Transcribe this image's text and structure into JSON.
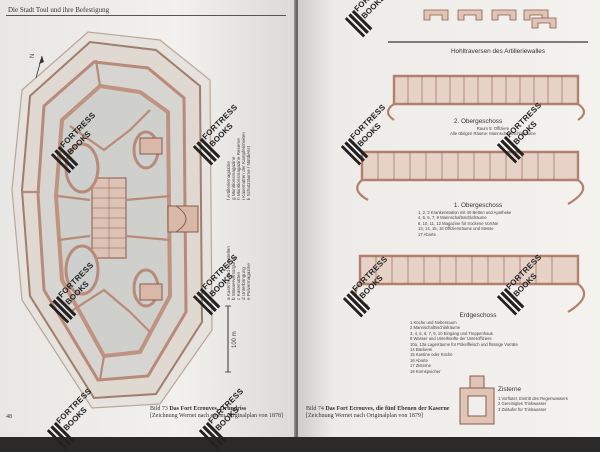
{
  "left_page": {
    "running_head": "Die Stadt Toul und ihre Befestigung",
    "page_number": "48",
    "north_label": "N",
    "scale_label": "100 m",
    "legend_a": [
      "f  Artilleriemagazine",
      "g  Munitionsmagazine",
      "h  Munitionsmagazine Reserve",
      "i  Kasematten der Kampfeinheiten",
      "k  Schutzräume / Notdienst"
    ],
    "legend_b": [
      "a  Kaserne und Anrestellen",
      "b  Wasserversorgung",
      "c  Kasematten",
      "d  Unterbringung",
      "e  Pulvermagazine"
    ],
    "caption_label": "Bild 73",
    "caption_title": "Das Fort Ecrouves, Grundriss",
    "caption_text": "[Zeichnung Wernet nach einem Originalplan von 1878]"
  },
  "right_page": {
    "heading_traverses": "Hohltraversen des Artilleriewalles",
    "floor2_title": "2. Obergeschoss",
    "floor2_notes": [
      "Raum 5: Offiziere",
      "Alle übrigen Räume: Mannschaftsschlafräume"
    ],
    "floor1_title": "1. Obergeschoss",
    "floor1_notes": [
      "1, 2, 3         Krankenstation mit 40 Betten und Apotheke",
      "4, 5, 6, 7, 9   Mannschaftsschlafräume",
      "8, 10, 11, 12   Magazine für trockene Vorräte",
      "13, 14, 15, 16  Offiziersräume und Messe",
      "17              Aborte"
    ],
    "ground_title": "Erdgeschoss",
    "ground_notes": [
      "1               Küche und Nebenraum",
      "2               Mannschaftsschlafräume",
      "3, 4, 5, 6, 7, 9, 10  Eingang und Treppenhaus",
      "8               Wasser und Unterkünfte der Unteroffiziere",
      "10a, 13a        Lagerräume für Pökelfleisch und flüssige Vorräte",
      "14              Bäckerei",
      "15              Kantine oder Küche",
      "16              Aborte",
      "17              Zisterne",
      "18              Kornspeicher"
    ],
    "cistern_title": "Zisterne",
    "cistern_notes": [
      "1  Vorfluter, Eintritt des Regenwassers",
      "2  Gereinigtes Trinkwasser",
      "3  Zuläufer für Trinkwasser"
    ],
    "caption_label": "Bild 74",
    "caption_title": "Das Fort Ecrouves, die fünf Ebenen der Kaserne",
    "caption_text": "[Zeichnung Wernet nach Originalplan von 1879]"
  },
  "watermark": {
    "line1": "FORTRESS",
    "line2": "BOOKS"
  },
  "colors": {
    "wall": "#b98a78",
    "wall_dark": "#8a5a4a",
    "wall_fill": "#d9b8a8",
    "courtyard": "#d8d8d6"
  }
}
